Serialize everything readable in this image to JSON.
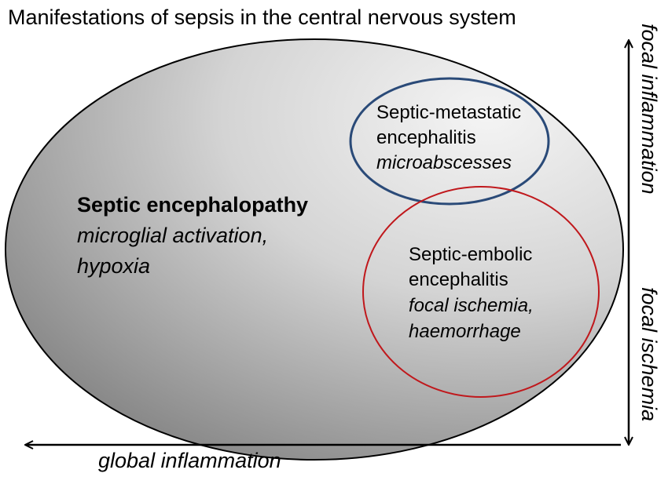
{
  "title": "Manifestations of sepsis in the central nervous system",
  "main_region": {
    "name": "Septic encephalopathy",
    "detail_line1": "microglial activation,",
    "detail_line2": "hypoxia"
  },
  "metastatic_region": {
    "name_line1": "Septic-metastatic",
    "name_line2": "encephalitis",
    "detail": "microabscesses"
  },
  "embolic_region": {
    "name_line1": "Septic-embolic",
    "name_line2": "encephalitis",
    "detail_line1": "focal ischemia,",
    "detail_line2": "haemorrhage"
  },
  "axes": {
    "horizontal": "global inflammation",
    "vertical_top": "focal inflammation",
    "vertical_bottom": "focal ischemia"
  },
  "colors": {
    "metastatic_outline": "#2a4a78",
    "embolic_outline": "#c0181c",
    "ellipse_light": "#f4f4f4",
    "ellipse_dark": "#858585"
  }
}
